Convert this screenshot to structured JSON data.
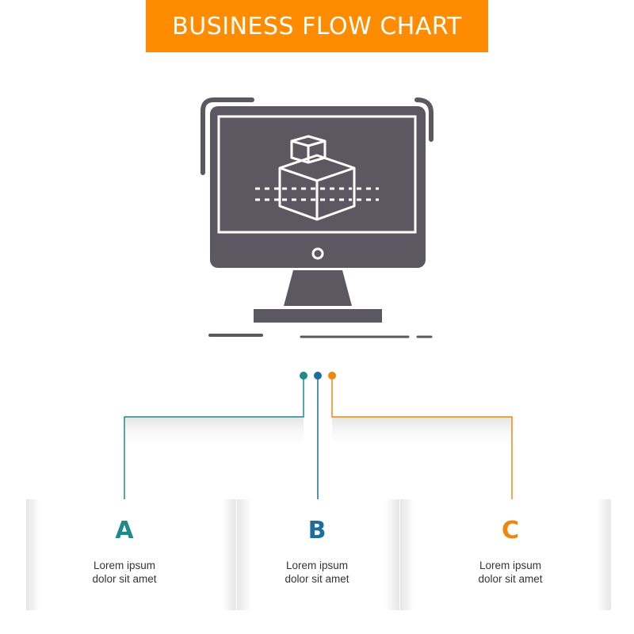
{
  "title": {
    "text": "BUSINESS FLOW CHART"
  },
  "colors": {
    "banner": "#ff8c00",
    "icon": "#5b5862",
    "teal": "#1f8a8a",
    "blue": "#1d6ea0",
    "orange": "#f0860d",
    "gray_text": "#333333"
  },
  "icon": {
    "name": "3d-modeling-computer-icon"
  },
  "steps": [
    {
      "letter": "A",
      "line1": "Lorem ipsum",
      "line2": "dolor sit amet",
      "color": "#1f8a8a"
    },
    {
      "letter": "B",
      "line1": "Lorem ipsum",
      "line2": "dolor sit amet",
      "color": "#1d6ea0"
    },
    {
      "letter": "C",
      "line1": "Lorem ipsum",
      "line2": "dolor sit amet",
      "color": "#f0860d"
    }
  ]
}
